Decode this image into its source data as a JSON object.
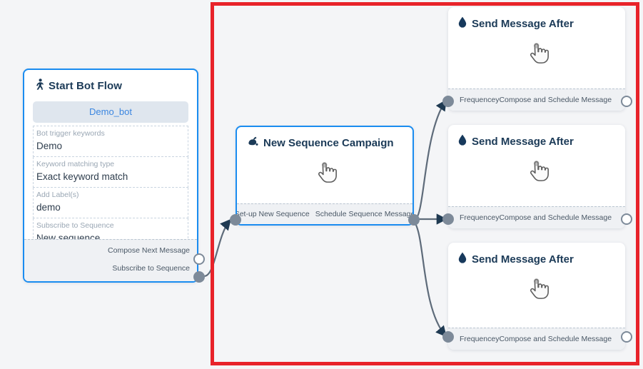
{
  "canvas": {
    "background_color": "#f4f5f7",
    "highlight_color": "#e8232a",
    "accent_blue": "#1a8cf0",
    "port_color": "#7d8a99",
    "edge_color": "#5e6b7a"
  },
  "nodes": {
    "start_bot_flow": {
      "title": "Start Bot Flow",
      "icon": "running-person-icon",
      "chip_label": "Demo_bot",
      "fields": [
        {
          "label": "Bot trigger keywords",
          "value": "Demo"
        },
        {
          "label": "Keyword matching type",
          "value": "Exact keyword match"
        },
        {
          "label": "Add Label(s)",
          "value": "demo"
        },
        {
          "label": "Subscribe to Sequence",
          "value": "New sequence"
        }
      ],
      "ports": [
        {
          "label": "Compose Next Message",
          "type": "hollow"
        },
        {
          "label": "Subscribe to Sequence",
          "type": "filled"
        }
      ]
    },
    "new_sequence_campaign": {
      "title": "New Sequence Campaign",
      "icon": "ink-drop-icon",
      "body_icon": "pointing-hand-cursor-icon",
      "input_port_label": "Set-up New Sequence",
      "output_port_label": "Schedule Sequence Message"
    },
    "send_message_after": [
      {
        "title": "Send Message After",
        "icon": "water-droplet-icon",
        "body_icon": "pointing-hand-cursor-icon",
        "input_port_label": "Frequencey",
        "output_port_label": "Compose and Schedule Message"
      },
      {
        "title": "Send Message After",
        "icon": "water-droplet-icon",
        "body_icon": "pointing-hand-cursor-icon",
        "input_port_label": "Frequencey",
        "output_port_label": "Compose and Schedule Message"
      },
      {
        "title": "Send Message After",
        "icon": "water-droplet-icon",
        "body_icon": "pointing-hand-cursor-icon",
        "input_port_label": "Frequencey",
        "output_port_label": "Compose and Schedule Message"
      }
    ]
  }
}
